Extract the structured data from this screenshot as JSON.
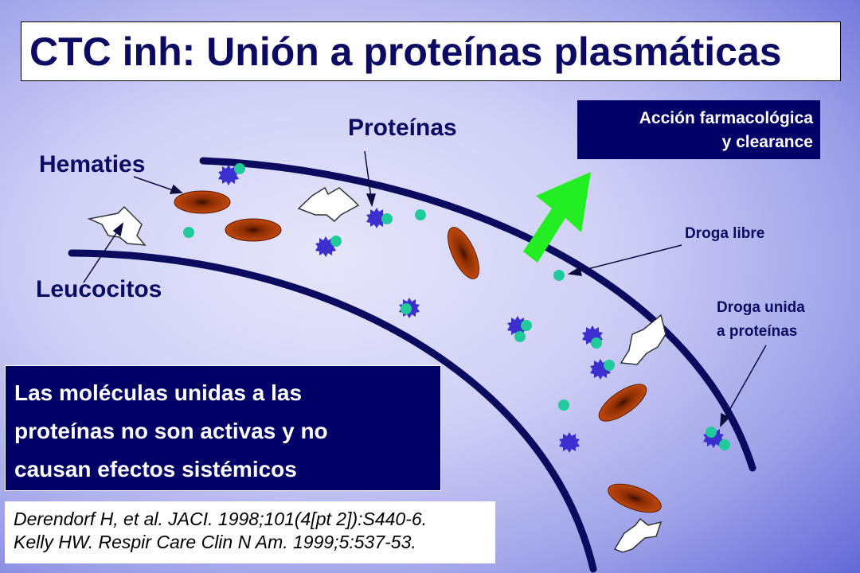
{
  "title": "CTC inh: Unión a proteínas plasmáticas",
  "labels": {
    "proteinas": "Proteínas",
    "hematies": "Hematies",
    "leucocitos": "Leucocitos",
    "droga_libre": "Droga libre",
    "droga_unida_line1": "Droga unida",
    "droga_unida_line2": "a proteínas"
  },
  "action_box": {
    "line1": "Acción farmacológica",
    "line2": "y clearance"
  },
  "info_box": {
    "line1": "Las moléculas unidas a las",
    "line2": "proteínas no son activas y no",
    "line3": "causan efectos sistémicos"
  },
  "references": {
    "line1": "Derendorf H, et al. JACI. 1998;101(4[pt 2]):S440-6.",
    "line2": "Kelly HW. Respir Care Clin N Am. 1999;5:537-53."
  },
  "colors": {
    "vessel_wall": "#0a0a5e",
    "red_cell": "#b83a08",
    "protein": "#3b2fd0",
    "free_drug": "#22c99a",
    "arrow": "#22ee22",
    "box_fill": "#000066"
  }
}
